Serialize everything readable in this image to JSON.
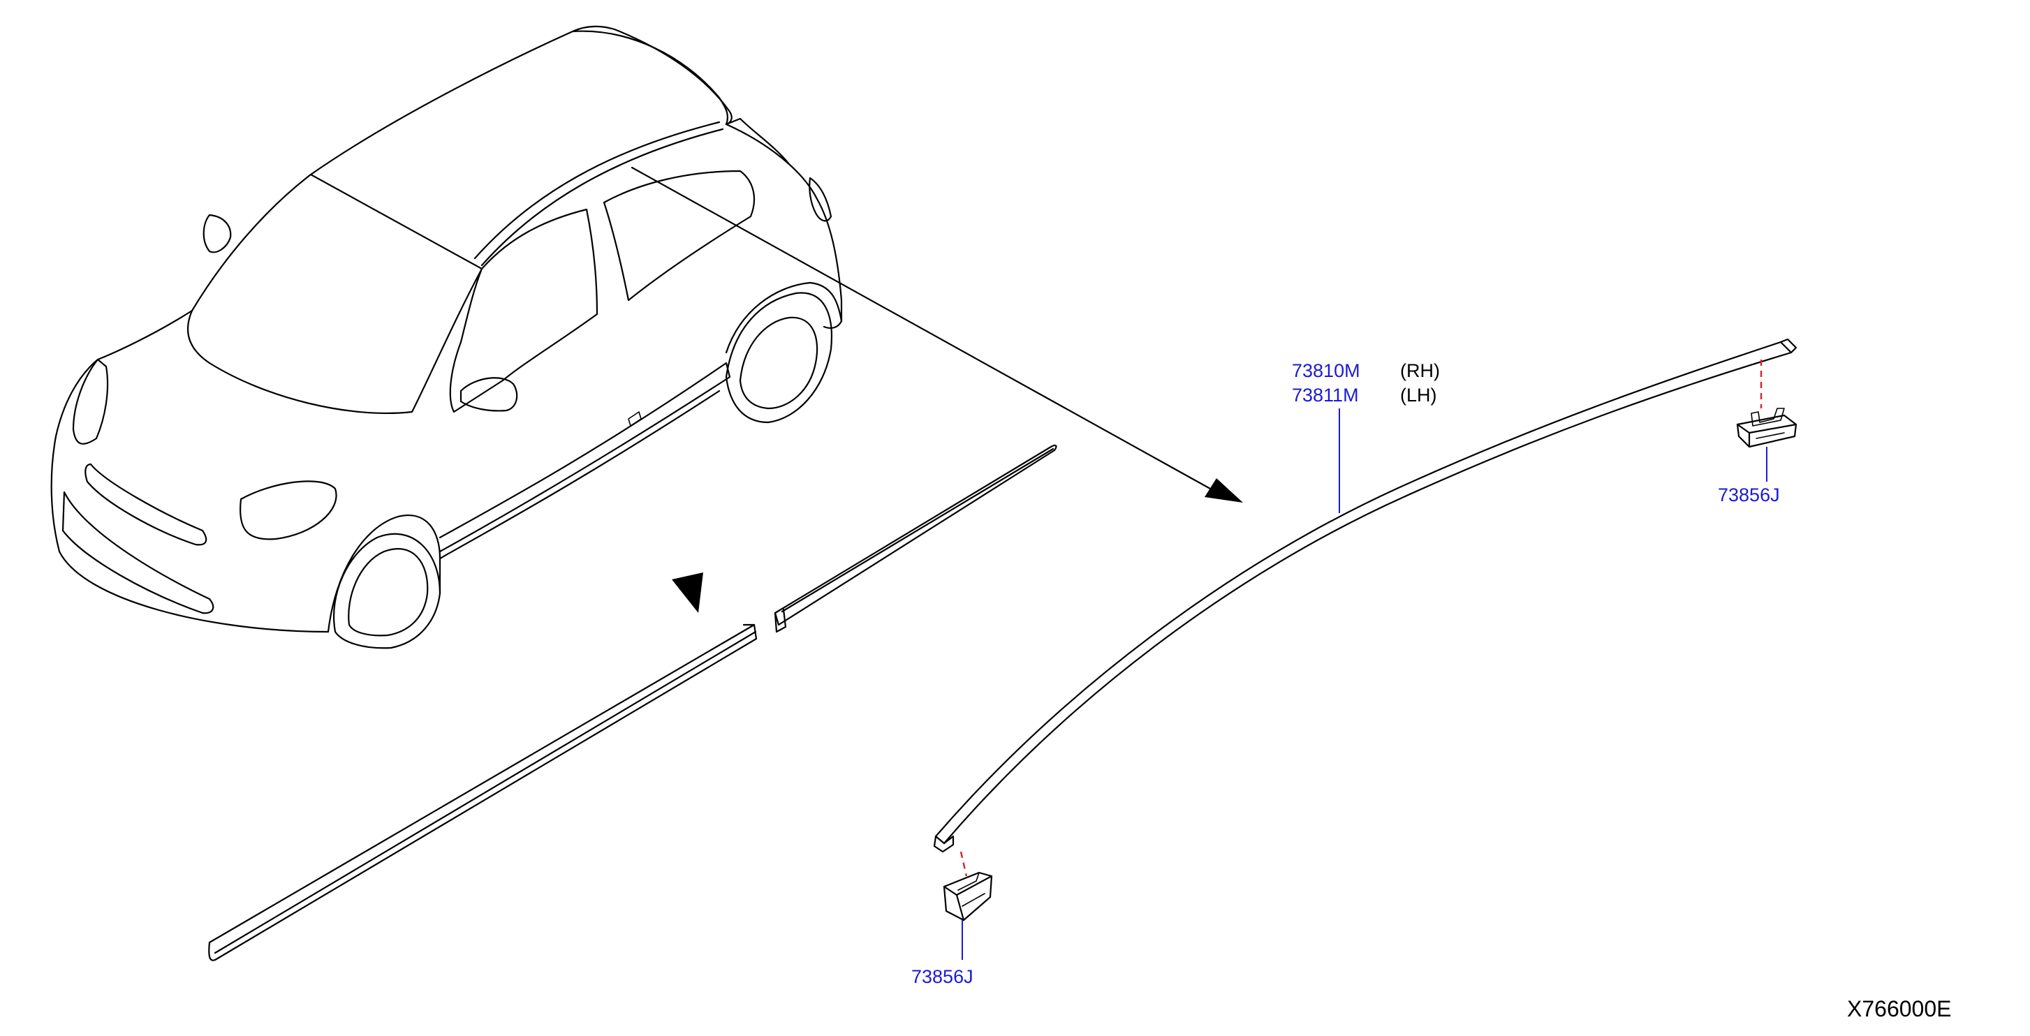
{
  "drawing_code": "X766000E",
  "parts": {
    "roof_molding_rh": {
      "number": "73810M",
      "side": "(RH)"
    },
    "roof_molding_lh": {
      "number": "73811M",
      "side": "(LH)"
    },
    "clip_rear": {
      "number": "73856J"
    },
    "clip_front": {
      "number": "73856J"
    }
  },
  "colors": {
    "part_number": "#1a1ad8",
    "line_art": "#000000",
    "fit_line": "#e02020"
  }
}
